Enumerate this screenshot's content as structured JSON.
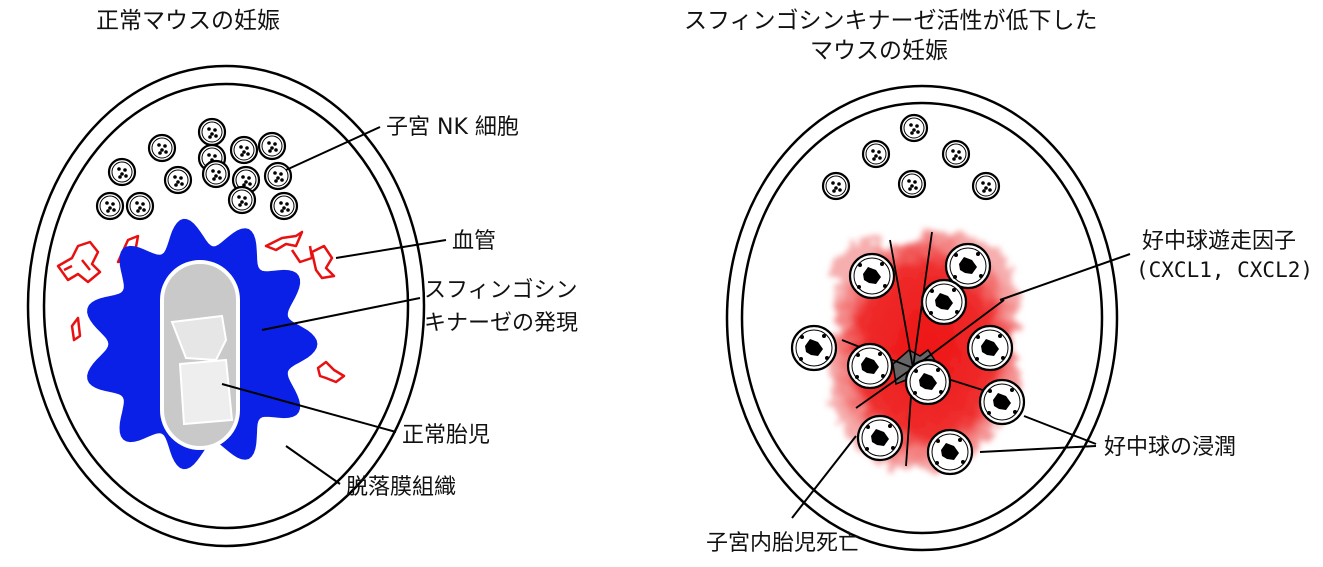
{
  "left_panel": {
    "title": "正常マウスの妊娠",
    "labels": {
      "uterine_nk": "子宮 NK 細胞",
      "blood_vessel": "血管",
      "sphk_line1": "スフィンゴシン",
      "sphk_line2": "キナーゼの発現",
      "normal_fetus": "正常胎児",
      "decidua": "脱落膜組織"
    }
  },
  "right_panel": {
    "title_line1": "スフィンゴシンキナーゼ活性が低下した",
    "title_line2": "マウスの妊娠",
    "labels": {
      "chemo_line1": "好中球遊走因子",
      "chemo_line2": "(CXCL1, CXCL2)",
      "neutrophil_infiltration": "好中球の浸潤",
      "fetal_death": "子宮内胎児死亡"
    }
  },
  "colors": {
    "sphk_expression": "#0a20e6",
    "blood_vessel": "#e81010",
    "inflammation": "#ee2222",
    "fetus_fill": "#c9c9c9",
    "dead_fetus": "#666666"
  }
}
